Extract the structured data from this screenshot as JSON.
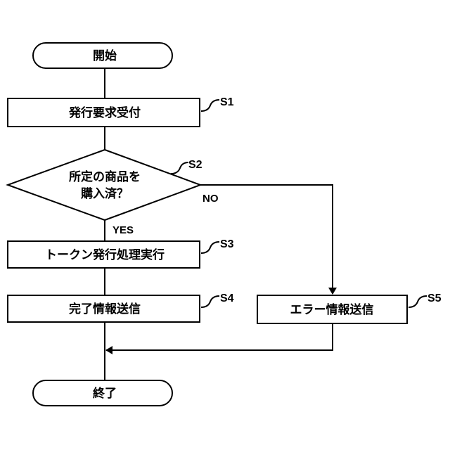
{
  "nodes": {
    "start": "開始",
    "s1": "発行要求受付",
    "s2_line1": "所定の商品を",
    "s2_line2": "購入済？",
    "s3": "トークン発行処理実行",
    "s4": "完了情報送信",
    "s5": "エラー情報送信",
    "end": "終了"
  },
  "step_ids": {
    "s1": "S1",
    "s2": "S2",
    "s3": "S3",
    "s4": "S4",
    "s5": "S5"
  },
  "branches": {
    "yes": "YES",
    "no": "NO"
  }
}
